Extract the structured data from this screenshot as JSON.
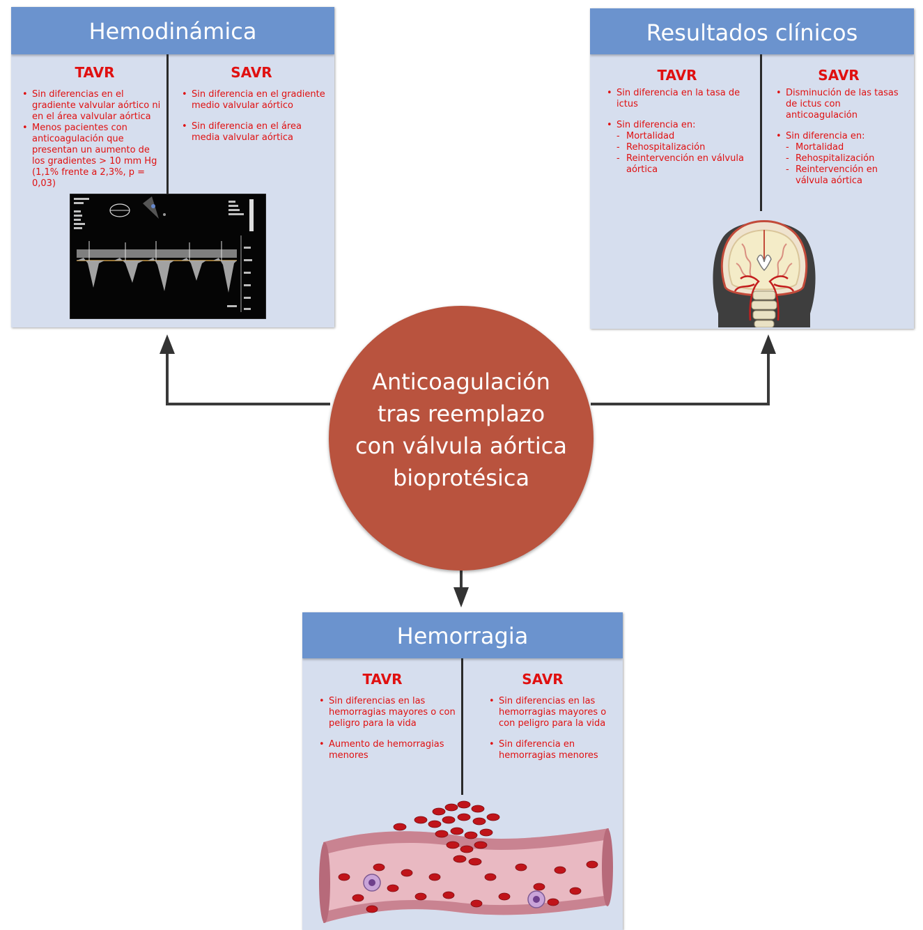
{
  "center": {
    "text": "Anticoagulación\ntras reemplazo\ncon válvula aórtica\nbioprotésica"
  },
  "hemodinamica": {
    "title": "Hemodinámica",
    "tavr": {
      "label": "TAVR",
      "items": [
        "Sin diferencias en el gradiente valvular aórtico ni en el área valvular aórtica",
        "Menos pacientes con anticoagulación que presentan un aumento de los gradientes > 10 mm Hg (1,1% frente a 2,3%, p = 0,03)"
      ]
    },
    "savr": {
      "label": "SAVR",
      "items": [
        "Sin diferencia en el gradiente medio valvular aórtico",
        "Sin diferencia en el área media valvular aórtica"
      ]
    }
  },
  "resultados": {
    "title": "Resultados clínicos",
    "tavr": {
      "label": "TAVR",
      "item1": "Sin diferencia en la tasa de ictus",
      "item2": "Sin diferencia en:",
      "subs": [
        "Mortalidad",
        "Rehospitalización",
        "Reintervención en válvula aórtica"
      ]
    },
    "savr": {
      "label": "SAVR",
      "item1": "Disminución de las tasas de ictus con anticoagulación",
      "item2": "Sin diferencia en:",
      "subs": [
        "Mortalidad",
        "Rehospitalización",
        "Reintervención en válvula aórtica"
      ]
    }
  },
  "hemorragia": {
    "title": "Hemorragia",
    "tavr": {
      "label": "TAVR",
      "items": [
        "Sin diferencias en las hemorragias mayores o con peligro para la vida",
        "Aumento de hemorragias menores"
      ]
    },
    "savr": {
      "label": "SAVR",
      "items": [
        "Sin diferencias en las hemorragias mayores o con peligro para la vida",
        "Sin diferencia en hemorragias menores"
      ]
    }
  },
  "colors": {
    "header": "#6b93ce",
    "panel": "#d6deee",
    "accent_text": "#e01010",
    "center_circle": "#b9533e"
  }
}
